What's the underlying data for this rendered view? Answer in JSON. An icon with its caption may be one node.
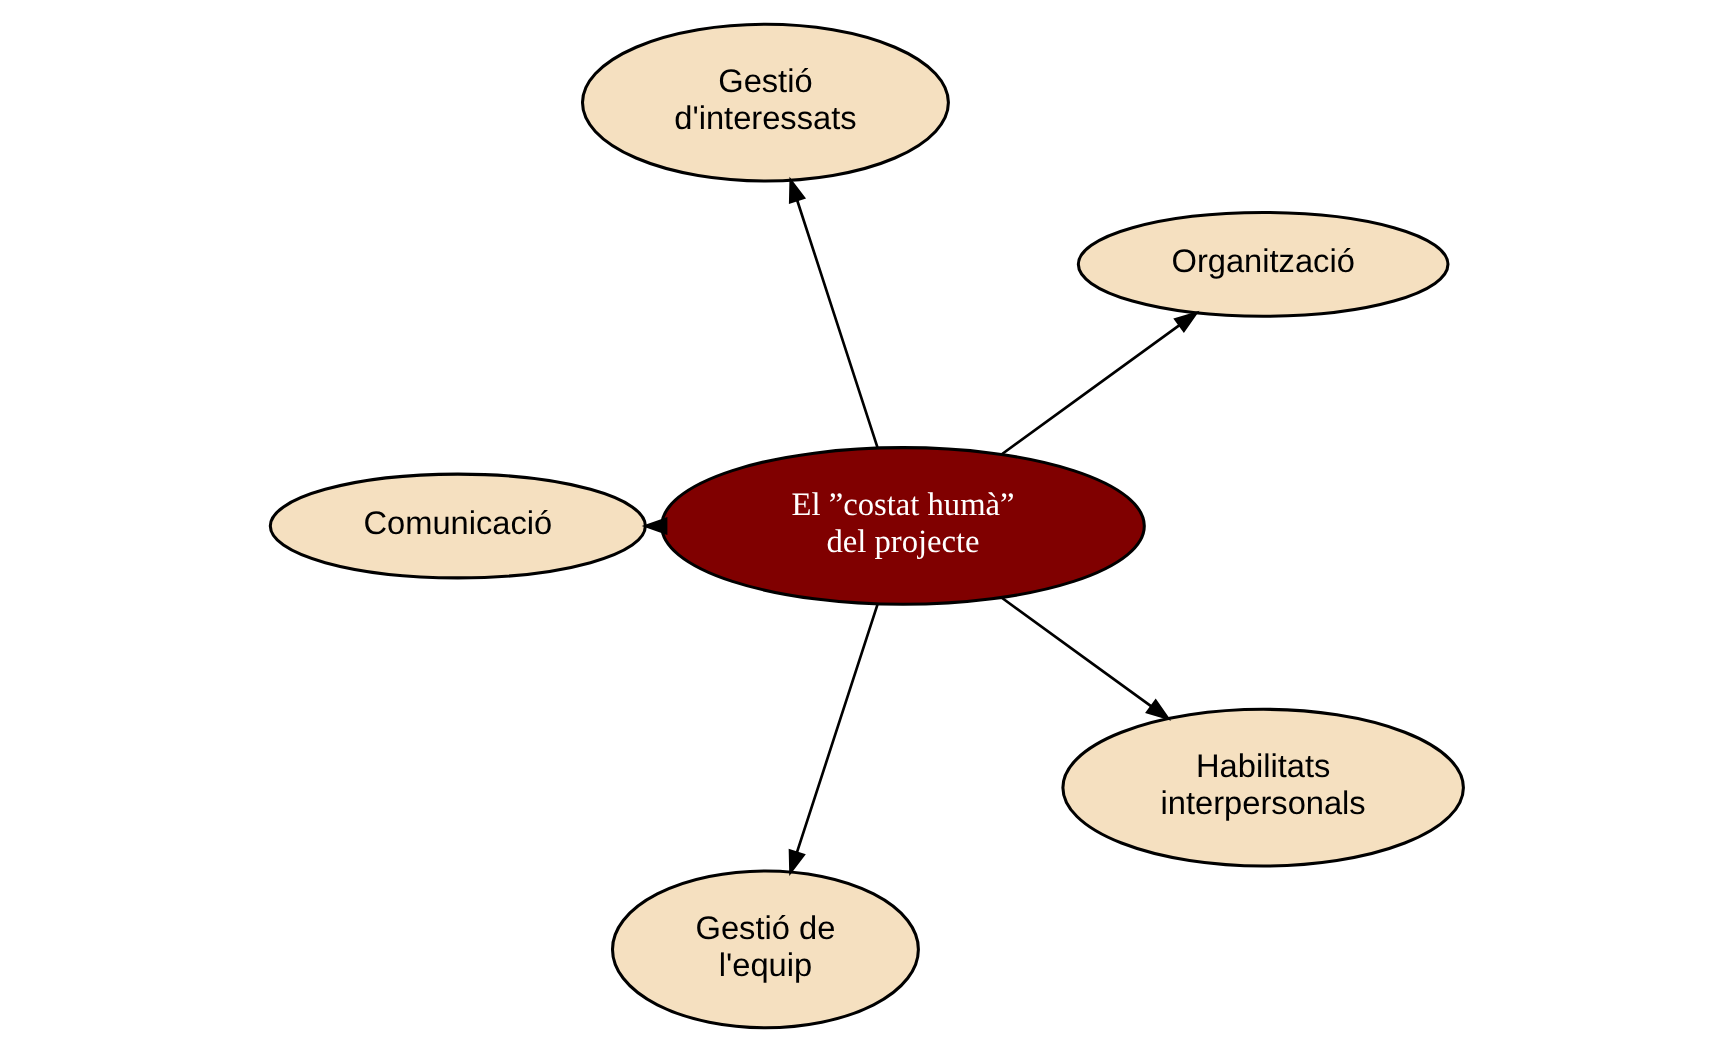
{
  "diagram": {
    "nodes": [
      {
        "text": [
          "Organització"
        ]
      },
      {
        "text": [
          "Gestió d'interessats"
        ]
      },
      {
        "text": [
          "Comunicació"
        ]
      },
      {
        "text": [
          "El ”costat humà” del projecte"
        ]
      },
      {
        "text": [
          "Gestió de l'equip"
        ]
      },
      {
        "text": [
          "Habilitats interpersonals"
        ]
      }
    ],
    "edges": [
      {
        "from": 3,
        "to": 0,
        "arrow": "to"
      },
      {
        "from": 3,
        "to": 1,
        "arrow": "to"
      },
      {
        "from": 3,
        "to": 2,
        "arrow": "to"
      },
      {
        "from": 3,
        "to": 4,
        "arrow": "to"
      },
      {
        "from": 3,
        "to": 5,
        "arrow": "to"
      }
    ]
  }
}
